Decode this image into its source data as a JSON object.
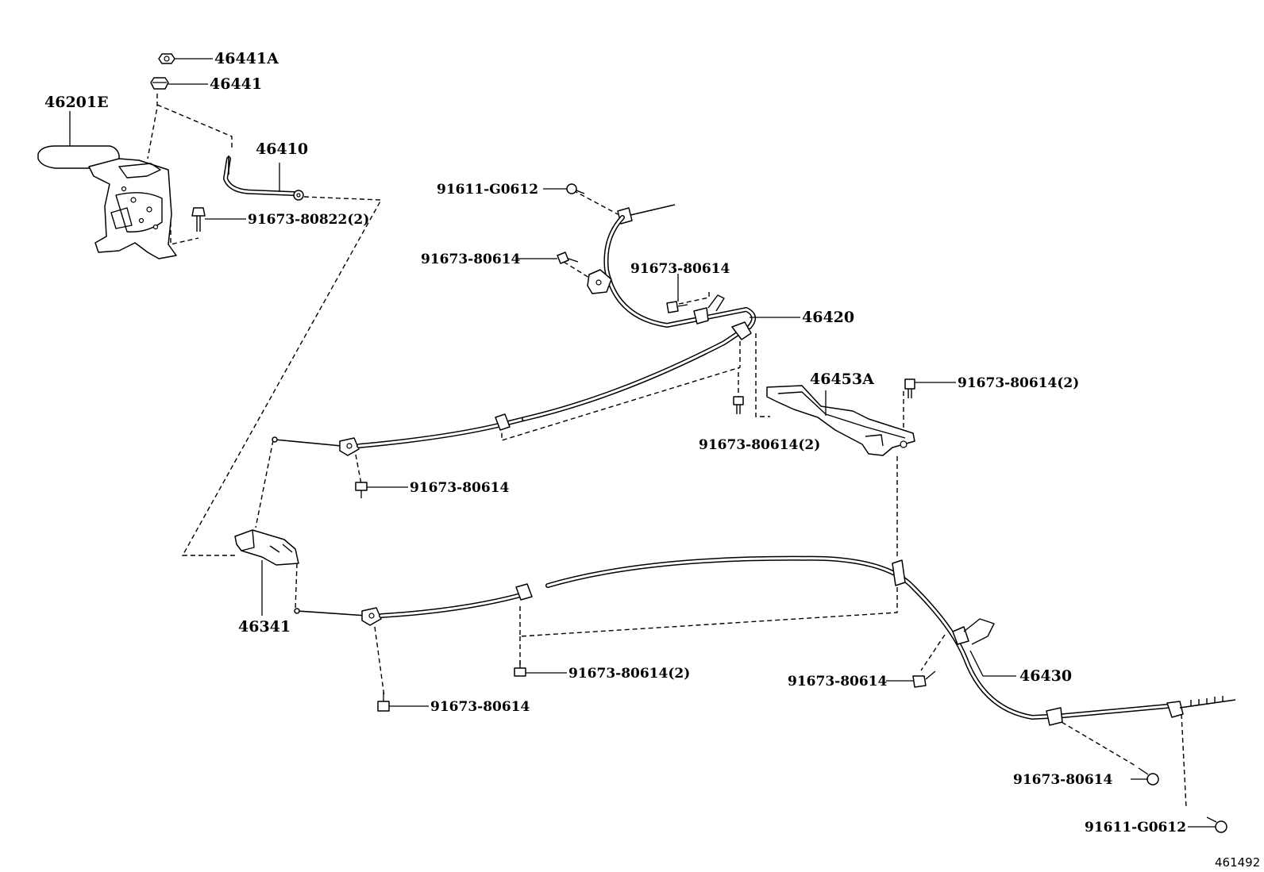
{
  "callouts": {
    "c46441A": "46441A",
    "c46441": "46441",
    "c46201E": "46201E",
    "c46410": "46410",
    "c9167380822": "91673-80822(2)",
    "c9161106612_top": "91611-G0612",
    "c9167380614_a": "91673-80614",
    "c9167380614_b": "91673-80614",
    "c46420": "46420",
    "c46453A": "46453A",
    "c9167380614_c": "91673-80614(2)",
    "c9167380614_d": "91673-80614(2)",
    "c9167380614_e": "91673-80614",
    "c46341": "46341",
    "c9167380614_f": "91673-80614(2)",
    "c9167380614_g": "91673-80614",
    "c46430": "46430",
    "c9167380614_h": "91673-80614",
    "c9167380614_i": "91673-80614",
    "c9161106612_bot": "91611-G0612"
  },
  "diagram_id": "461492"
}
